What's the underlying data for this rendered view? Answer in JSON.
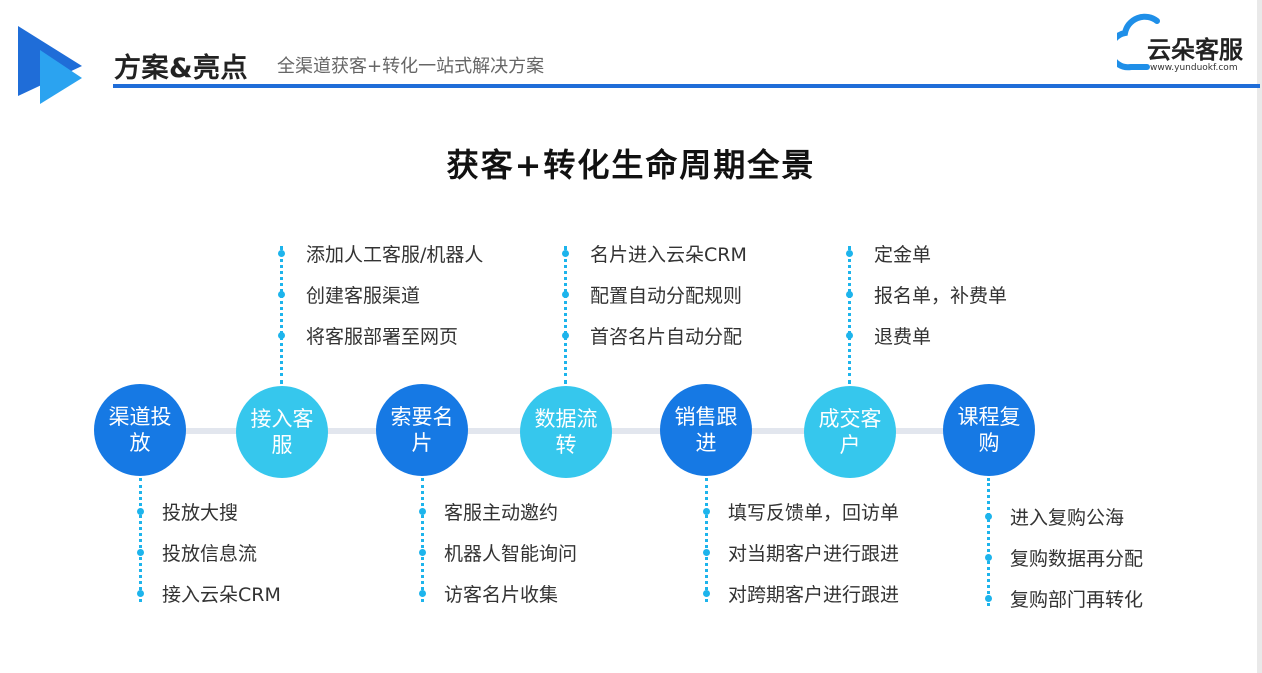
{
  "header": {
    "title": "方案&亮点",
    "subtitle": "全渠道获客+转化一站式解决方案"
  },
  "brand": {
    "name": "云朵客服",
    "url": "www.yunduokf.com"
  },
  "diagram": {
    "title": "获客+转化生命周期全景",
    "stages": [
      {
        "label": "渠道投放",
        "items": [
          "投放大搜",
          "投放信息流",
          "接入云朵CRM"
        ]
      },
      {
        "label": "接入客服",
        "items": [
          "添加人工客服/机器人",
          "创建客服渠道",
          "将客服部署至网页"
        ]
      },
      {
        "label": "索要名片",
        "items": [
          "客服主动邀约",
          "机器人智能询问",
          "访客名片收集"
        ]
      },
      {
        "label": "数据流转",
        "items": [
          "名片进入云朵CRM",
          "配置自动分配规则",
          "首咨名片自动分配"
        ]
      },
      {
        "label": "销售跟进",
        "items": [
          "填写反馈单，回访单",
          "对当期客户进行跟进",
          "对跨期客户进行跟进"
        ]
      },
      {
        "label": "成交客户",
        "items": [
          "定金单",
          "报名单，补费单",
          "退费单"
        ]
      },
      {
        "label": "课程复购",
        "items": [
          "进入复购公海",
          "复购数据再分配",
          "复购部门再转化"
        ]
      }
    ]
  },
  "colors": {
    "accent_blue": "#1679e4",
    "accent_cyan": "#36c7ed",
    "rule_blue": "#1f6dd8"
  }
}
